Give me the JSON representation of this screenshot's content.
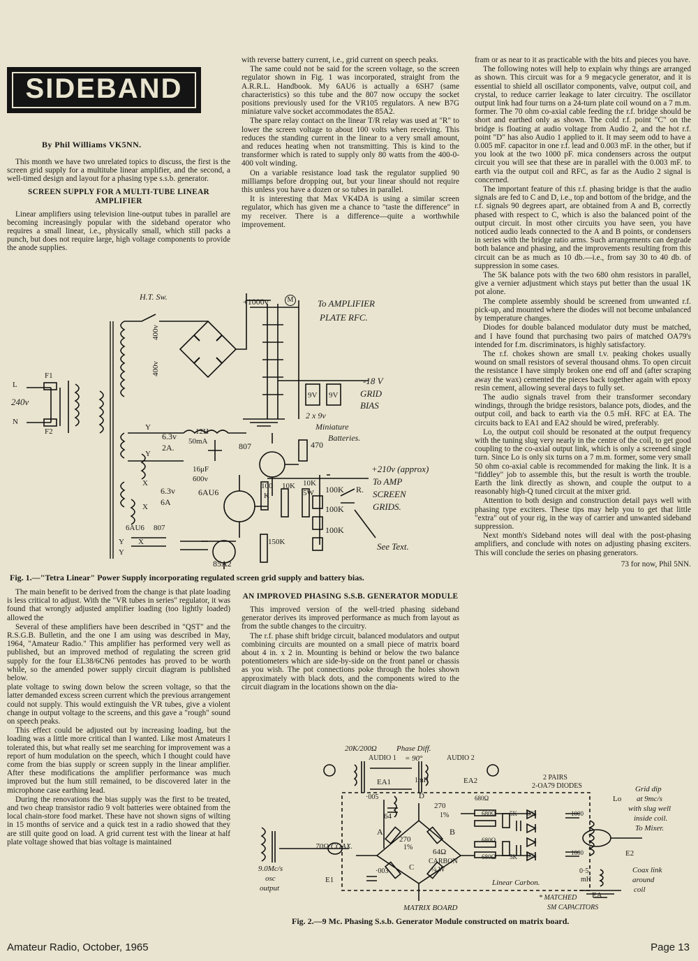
{
  "header": {
    "title": "SIDEBAND",
    "byline": "By Phil Williams VK5NN."
  },
  "col1": {
    "intro": "This month we have two unrelated topics to discuss, the first is the screen grid supply for a multitube linear amplifier, and the second, a well-timed design and layout for a phasing type s.s.b. generator.",
    "heading1": "SCREEN SUPPLY FOR A MULTI-TUBE LINEAR AMPLIFIER",
    "p1": "Linear amplifiers using television line-output tubes in parallel are becoming increasingly popular with the sideband operator who requires a small linear, i.e., physically small, which still packs a punch, but does not require large, high voltage components to provide the anode supplies."
  },
  "col2": {
    "p1": "with reverse battery current, i.e., grid current on speech peaks.",
    "p2": "The same could not be said for the screen voltage, so the screen regulator shown in Fig. 1 was incorporated, straight from the A.R.R.L. Handbook. My 6AU6 is actually a 6SH7 (same characteristics) so this tube and the 807 now occupy the socket positions previously used for the VR105 regulators. A new B7G miniature valve socket accommodates the 85A2.",
    "p3": "The spare relay contact on the linear T/R relay was used at \"R\" to lower the screen voltage to about 100 volts when receiving. This reduces the standing current in the linear to a very small amount, and reduces heating when not transmitting. This is kind to the transformer which is rated to supply only 80 watts from the 400-0-400 volt winding.",
    "p4": "On a variable resistance load task the regulator supplied 90 milliamps before dropping out, but your linear should not require this unless you have a dozen or so tubes in parallel.",
    "p5": "It is interesting that Max VK4DA is using a similar screen regulator, which has given me a chance to \"taste the difference\" in my receiver. There is a difference—quite a worthwhile improvement."
  },
  "col3": {
    "p1": "fram or as near to it as practicable with the bits and pieces you have.",
    "p2": "The following notes will help to explain why things are arranged as shown. This circuit was for a 9 megacycle generator, and it is essential to shield all oscillator components, valve, output coil, and crystal, to reduce carrier leakage to later circuitry. The oscillator output link had four turns on a 24-turn plate coil wound on a 7 m.m. former. The 70 ohm co-axial cable feeding the r.f. bridge should be short and earthed only as shown. The cold r.f. point \"C\" on the bridge is floating at audio voltage from Audio 2, and the hot r.f. point \"D\" has also Audio 1 applied to it. It may seem odd to have a 0.005 mF. capacitor in one r.f. lead and 0.003 mF. in the other, but if you look at the two 1000 pF. mica condensers across the output circuit you will see that these are in parallel with the 0.003 mF. to earth via the output coil and RFC, as far as the Audio 2 signal is concerned.",
    "p3": "The important feature of this r.f. phasing bridge is that the audio signals are fed to C and D, i.e., top and bottom of the bridge, and the r.f. signals 90 degrees apart, are obtained from A and B, correctly phased with respect to C, which is also the balanced point of the output circuit. In most other circuits you have seen, you have noticed audio leads connected to the A and B points, or condensers in series with the bridge ratio arms. Such arrangements can degrade both balance and phasing, and the improvements resulting from this circuit can be as much as 10 db.—i.e., from say 30 to 40 db. of suppression in some cases.",
    "p4": "The 5K balance pots with the two 680 ohm resistors in parallel, give a vernier adjustment which stays put better than the usual 1K pot alone.",
    "p5": "The complete assembly should be screened from unwanted r.f. pick-up, and mounted where the diodes will not become unbalanced by temperature changes.",
    "p6": "Diodes for double balanced modulator duty must be matched, and I have found that purchasing two pairs of matched OA79's intended for f.m. discriminators, is highly satisfactory.",
    "p7": "The r.f. chokes shown are small t.v. peaking chokes usually wound on small resistors of several thousand ohms. To open circuit the resistance I have simply broken one end off and (after scraping away the wax) cemented the pieces back together again with epoxy resin cement, allowing several days to fully set.",
    "p8": "The audio signals travel from their transformer secondary windings, through the bridge resistors, balance pots, diodes, and the output coil, and back to earth via the 0.5 mH. RFC at EA. The circuits back to EA1 and EA2 should be wired, preferably.",
    "p9": "Lo, the output coil should be resonated at the output frequency with the tuning slug very nearly in the centre of the coil, to get good coupling to the co-axial output link, which is only a screened single turn. Since Lo is only six turns on a 7 m.m. former, some very small 50 ohm co-axial cable is recommended for making the link. It is a \"fiddley\" job to assemble this, but the result is worth the trouble. Earth the link directly as shown, and couple the output to a reasonably high-Q tuned circuit at the mixer grid.",
    "p10": "Attention to both design and construction detail pays well with phasing type exciters. These tips may help you to get that little \"extra\" out of your rig, in the way of carrier and unwanted sideband suppression.",
    "p11": "Next month's Sideband notes will deal with the post-phasing amplifiers, and conclude with notes on adjusting phasing exciters. This will conclude the series on phasing generators.",
    "signoff": "73 for now, Phil 5NN."
  },
  "lower_left": {
    "p1": "The main benefit to be derived from the change is that plate loading is less critical to adjust. With the \"VR tubes in series\" regulator, it was found that wrongly adjusted amplifier loading (too lightly loaded) allowed the",
    "p2": "Several of these amplifiers have been described in \"QST\" and the R.S.G.B. Bulletin, and the one I am using was described in May, 1964, \"Amateur Radio.\" This amplifier has performed very well as published, but an improved method of regulating the screen grid supply for the four EL38/6CN6 pentodes has proved to be worth while, so the amended power supply circuit diagram is published below.",
    "p3": "plate voltage to swing down below the screen voltage, so that the latter demanded excess screen current which the previous arrangement could not supply. This would extinguish the VR tubes, give a violent change in output voltage to the screens, and this gave a \"rough\" sound on speech peaks.",
    "p4": "This effect could be adjusted out by increasing loading, but the loading was a little more critical than I wanted. Like most Amateurs I tolerated this, but what really set me searching for improvement was a report of hum modulation on the speech, which I thought could have come from the bias supply or screen supply in the linear amplifier. After these modifications the amplifier performance was much improved but the hum still remained, to be discovered later in the microphone case earthing lead.",
    "p5": "During the renovations the bias supply was the first to be treated, and two cheap transistor radio 9 volt batteries were obtained from the local chain-store food market. These have not shown signs of wilting in 15 months of service and a quick test in a radio showed that they are still quite good on load. A grid current test with the linear at half plate voltage showed that bias voltage is maintained"
  },
  "lower_mid": {
    "heading": "AN IMPROVED PHASING S.S.B. GENERATOR MODULE",
    "p1": "This improved version of the well-tried phasing sideband generator derives its improved performance as much from layout as from the subtle changes to the circuitry.",
    "p2": "The r.f. phase shift bridge circuit, balanced modulators and output combining circuits are mounted on a small piece of matrix board about 4 in. x 2 in. Mounting is behind or below the two balance potentiometers which are side-by-side on the front panel or chassis as you wish. The pot connections poke through the holes shown approximately with black dots, and the components wired to the circuit diagram in the locations shown on the dia-"
  },
  "fig1": {
    "caption": "Fig. 1.—\"Tetra Linear\" Power Supply incorporating regulated screen grid supply and battery bias.",
    "labels": {
      "ht_sw": "H.T. Sw.",
      "v1000": "+1000v",
      "meter": "M",
      "amp_plate": "To AMPLIFIER",
      "plate_rfc": "PLATE RFC.",
      "v400a": "400v",
      "v400b": "400v",
      "f1": "F1",
      "f2": "F2",
      "v240": "240v",
      "l": "L",
      "n": "N",
      "bias": "-18 V",
      "grid": "GRID",
      "bias2": "BIAS",
      "bat9a": "9V",
      "bat9b": "9V",
      "bat_desc1": "2 x 9v",
      "bat_desc2": "Miniature",
      "bat_desc3": "Batteries.",
      "y1": "Y",
      "y2": "Y",
      "x1": "X",
      "x2": "X",
      "x3": "X",
      "y3": "Y",
      "y4": "Y",
      "v63a": "6.3v",
      "a2": "2A.",
      "v63b": "6.3v",
      "a6": "6A",
      "h12": "12H",
      "ma50": "50mA",
      "c16": "16μF",
      "v600": "600v",
      "t807": "807",
      "r470": "470",
      "t6au6": "6AU6",
      "r100k": "100",
      "rk": "K",
      "r10k": "10K",
      "r10k5w": "10K",
      "w5": "5W",
      "p100k_a": "100K",
      "p100k_b": "100K",
      "p100k_c": "100K",
      "r150k": "150K",
      "v210": "+210v (approx)",
      "to_amp": "To AMP",
      "screen": "SCREEN",
      "grids": "GRIDS.",
      "relay": "R.",
      "see_text": "See Text.",
      "h6au6": "6AU6",
      "h807": "807",
      "t85a2": "85A2"
    }
  },
  "fig2": {
    "caption": "Fig. 2.—9 Mc. Phasing S.s.b. Generator Module constructed on matrix board.",
    "labels": {
      "xfmr": "20K/200Ω",
      "audio1": "AUDIO 1",
      "phase": "Phase Diff.",
      "phase2": "= 90°",
      "audio2": "AUDIO 2",
      "ea1": "EA1",
      "ea2": "EA2",
      "mh": "1mH",
      "c005": "·005",
      "r64": "64",
      "r270a": "270",
      "p1": "1%",
      "pt_a": "A",
      "pt_b": "B",
      "pt_c": "C",
      "pt_d": "D",
      "r270b": "270",
      "p1b": "1%",
      "r64carbon": "64Ω",
      "carbon": "CARBON",
      "quarterw": "¼ W",
      "c003": "·003",
      "coax": "70Ω COAX.",
      "osc1": "9.0Mc/s",
      "osc2": "osc",
      "osc3": "output",
      "e1": "E1",
      "pairs": "2 PAIRS",
      "diodes": "2-OA79 DIODES",
      "r680a": "680Ω",
      "r680b": "680Ω",
      "r680c": "680Ω",
      "r680d": "680Ω",
      "k5a": "5K",
      "k5b": "5K",
      "c002a": "·002",
      "c002b": "·002",
      "c1000a": "1000",
      "c1000b": "1000",
      "lo": "Lo",
      "griddip": "Grid dip",
      "at9": "at 9mc/s",
      "slug": "with slug well",
      "inside": "inside coil.",
      "tomixer": "To Mixer.",
      "e2": "E2",
      "coaxlink": "Coax link",
      "around": "around",
      "coil": "coil",
      "mh05": "0·5",
      "mh05b": "mH",
      "ea": "EA",
      "linear": "Linear Carbon.",
      "matrix": "MATRIX BOARD",
      "matched": "* MATCHED",
      "smcaps": "SM CAPACITORS"
    }
  },
  "footer": {
    "left": "Amateur Radio, October, 1965",
    "right": "Page 13"
  }
}
